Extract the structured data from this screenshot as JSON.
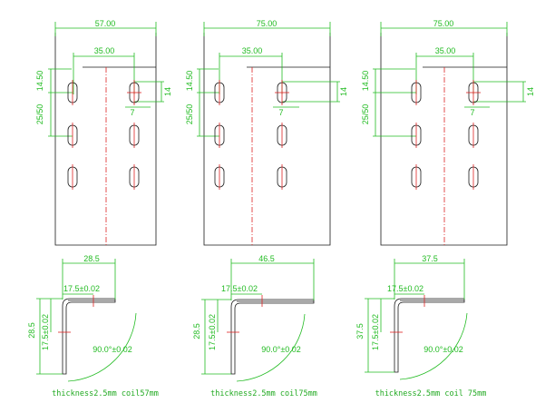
{
  "colors": {
    "part": "#1a1a1a",
    "dimension": "#22bb22",
    "centerline": "#dd2222"
  },
  "top_views": [
    {
      "overall_width": "57.00",
      "hole_spacing": "35.00",
      "first_hole_offset": "14.50",
      "pitch": "25/50",
      "slot_length": "14",
      "slot_width": "7"
    },
    {
      "overall_width": "75.00",
      "hole_spacing": "35.00",
      "first_hole_offset": "14.50",
      "pitch": "25/50",
      "slot_length": "14",
      "slot_width": "7"
    },
    {
      "overall_width": "75.00",
      "hole_spacing": "35.00",
      "first_hole_offset": "14.50",
      "pitch": "25/50",
      "slot_length": "14",
      "slot_width": "7"
    }
  ],
  "side_views": [
    {
      "flange_width": "28.5",
      "hole_offset": "17.5±0.02",
      "leg_height": "28.5",
      "hole_offset_vertical": "17.5±0.02",
      "angle": "90.0°±0.02",
      "caption": "thickness2.5mm coil57mm"
    },
    {
      "flange_width": "46.5",
      "hole_offset": "17.5±0.02",
      "leg_height": "28.5",
      "hole_offset_vertical": "17.5±0.02",
      "angle": "90.0°±0.02",
      "caption": "thickness2.5mm coil75mm"
    },
    {
      "flange_width": "37.5",
      "hole_offset": "17.5±0.02",
      "leg_height": "37.5",
      "hole_offset_vertical": "17.5±0.02",
      "angle": "90.0°±0.02",
      "caption": "thickness2.5mm coil 75mm"
    }
  ]
}
